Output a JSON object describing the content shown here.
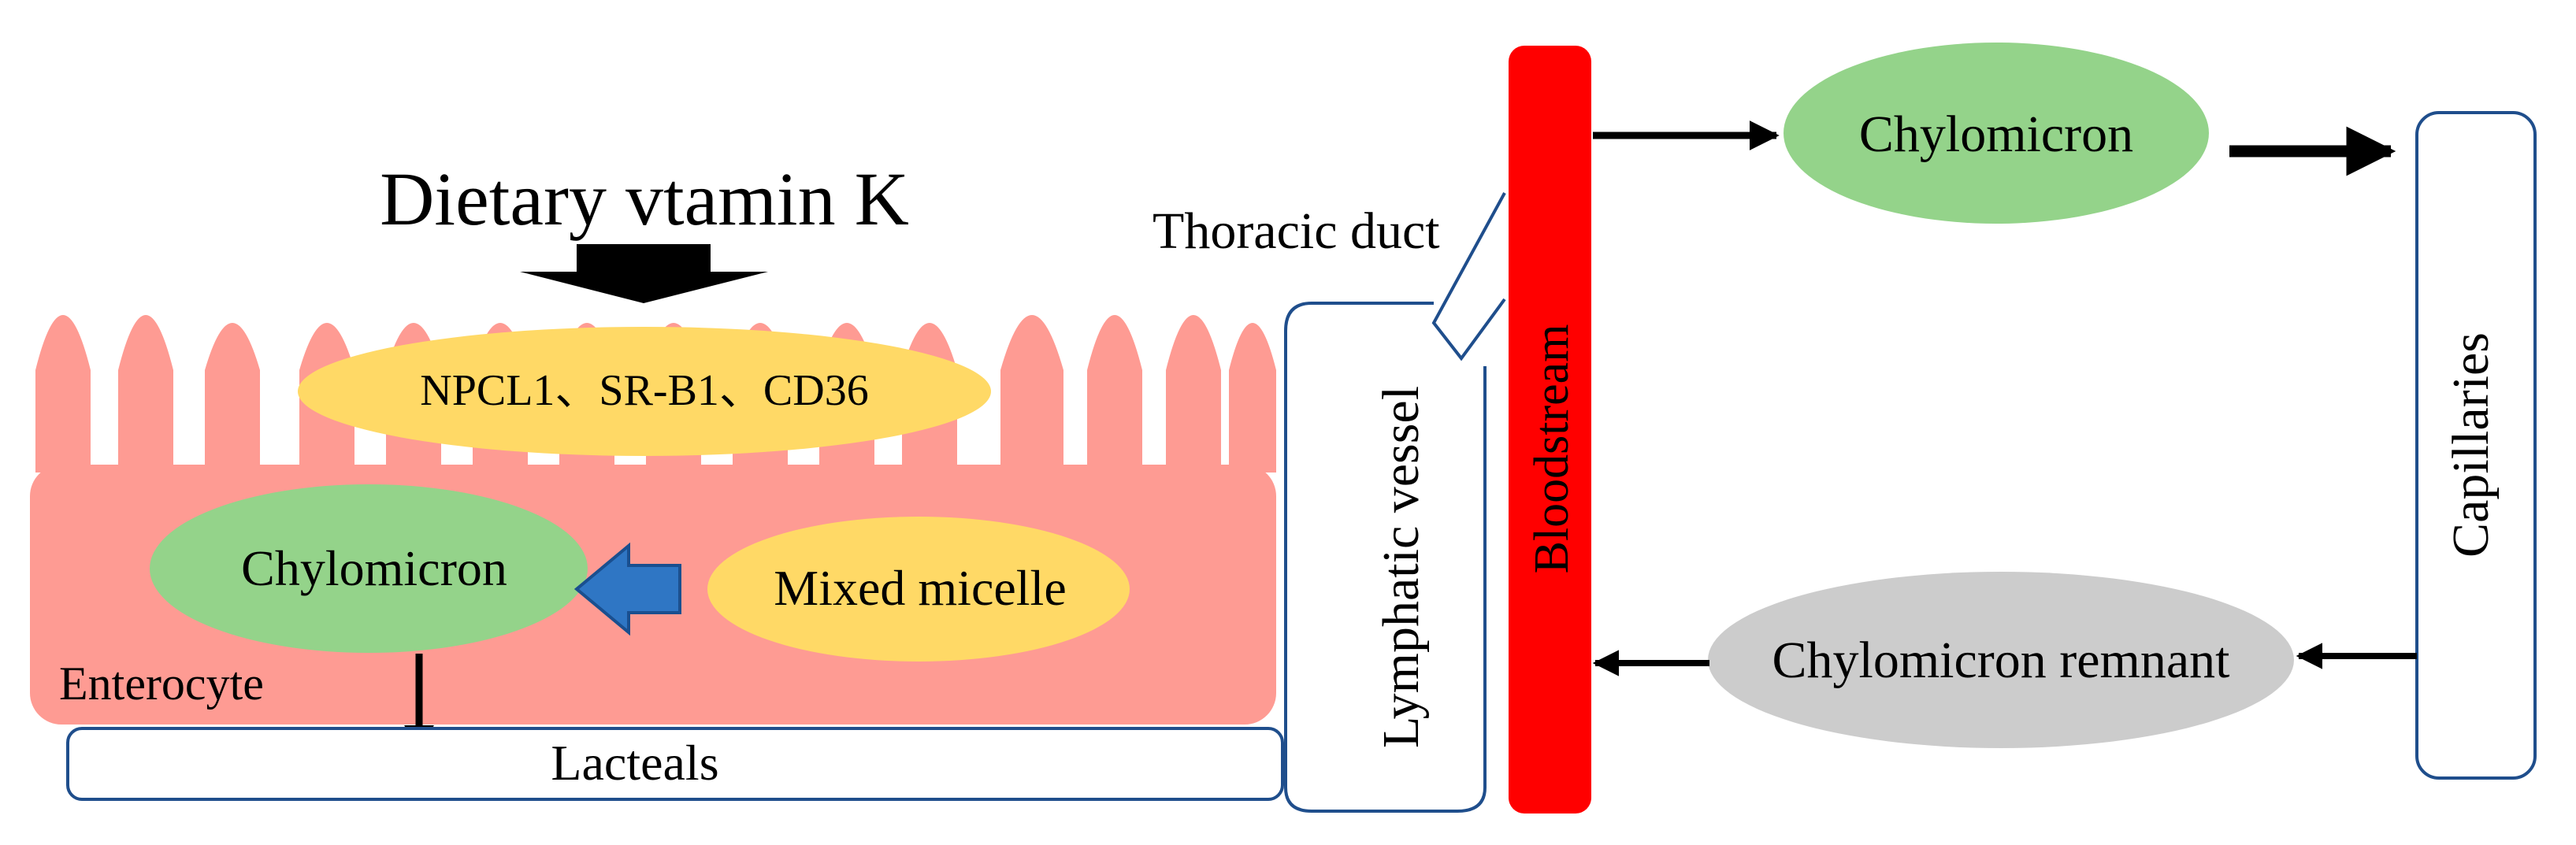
{
  "labels": {
    "dietary": "Dietary vtamin K",
    "transporters": "NPCL1、SR-B1、CD36",
    "chylomicron_cell": "Chylomicron",
    "mixed_micelle": "Mixed micelle",
    "enterocyte": "Enterocyte",
    "lacteals": "Lacteals",
    "lymphatic_vessel": "Lymphatic vessel",
    "thoracic_duct": "Thoracic duct",
    "bloodstream": "Bloodstream",
    "chylomicron_blood": "Chylomicron",
    "capillaries": "Capillaries",
    "remnant": "Chylomicron remnant"
  },
  "colors": {
    "enterocyte": "#fe9b93",
    "yellow": "#ffd966",
    "green": "#94d38a",
    "gray": "#cccccc",
    "blood": "#ff0000",
    "outline": "#1f4e8c",
    "blue_arrow": "#2f76c4"
  }
}
